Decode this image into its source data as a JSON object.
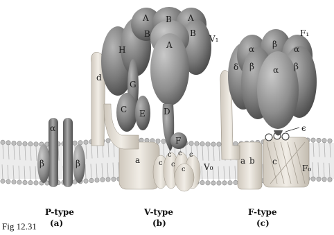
{
  "figure": {
    "number_label": "Fig 12.31"
  },
  "panels": {
    "a": {
      "title": "P-type",
      "letter": "(a)",
      "subunits": [
        "α",
        "β",
        "β"
      ]
    },
    "b": {
      "title": "V-type",
      "letter": "(b)",
      "sector_labels": [
        "V₁",
        "V₀"
      ],
      "subunits": [
        "A",
        "B",
        "A",
        "B",
        "B",
        "A",
        "H",
        "d",
        "G",
        "C",
        "E",
        "D",
        "F",
        "a",
        "c",
        "c",
        "c",
        "c",
        "c",
        "c"
      ]
    },
    "c": {
      "title": "F-type",
      "letter": "(c)",
      "sector_labels": [
        "F₁",
        "F₀"
      ],
      "subunits": [
        "α",
        "β",
        "α",
        "δ",
        "β",
        "α",
        "β",
        "ϵ",
        "a",
        "b",
        "c"
      ]
    }
  },
  "colors": {
    "membrane_head": "#bdbdbd",
    "membrane_tail": "#d9d9d9",
    "subunit_dark": "#6f6f6f",
    "subunit_mid": "#8f8f8f",
    "subunit_light": "#dcd6cd"
  }
}
